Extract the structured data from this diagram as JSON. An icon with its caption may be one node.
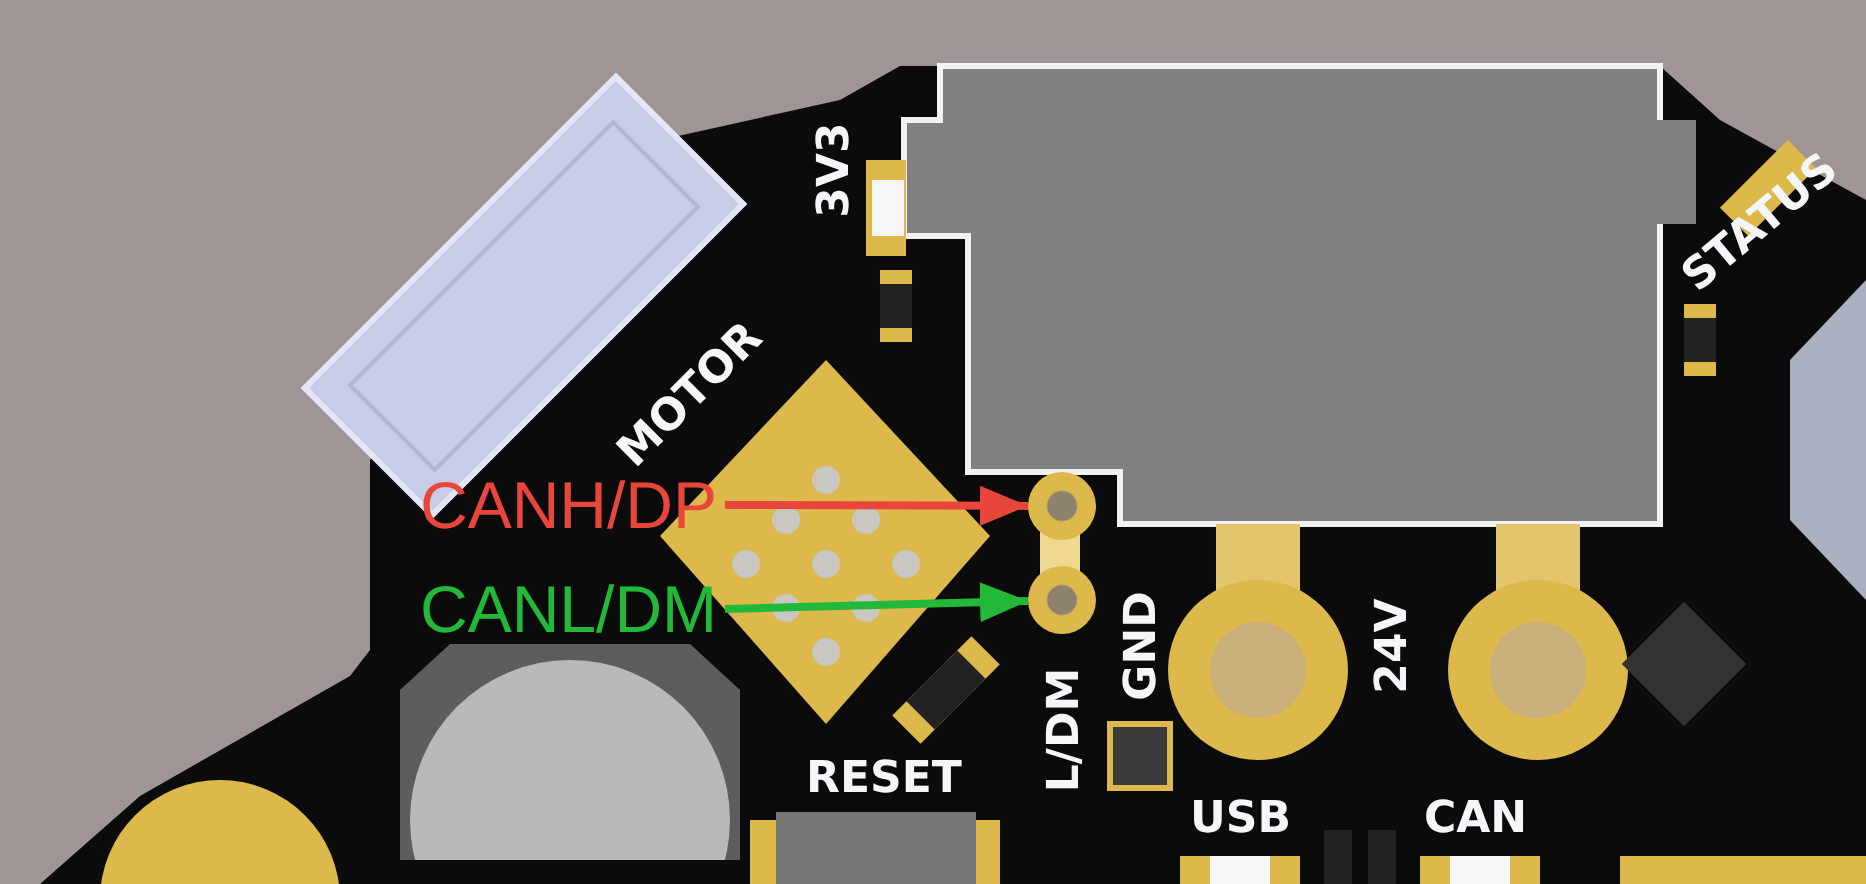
{
  "diagram": {
    "nodes": [
      {
        "text": [
          "CANH/DP"
        ]
      },
      {
        "text": [
          "CANL/DM"
        ]
      },
      {
        "text": [],
        "shape": "circle"
      },
      {
        "text": [],
        "shape": "circle"
      }
    ],
    "edges": [
      {
        "from": 0,
        "to": 2,
        "arrow": "to",
        "color": "#e8463a"
      },
      {
        "from": 1,
        "to": 3,
        "arrow": "to",
        "color": "#22b83a"
      }
    ],
    "labels": [
      "3V3",
      "STATUS",
      "MOTOR",
      "GND",
      "24V",
      "L/DM",
      "RESET",
      "USB",
      "CAN"
    ]
  }
}
